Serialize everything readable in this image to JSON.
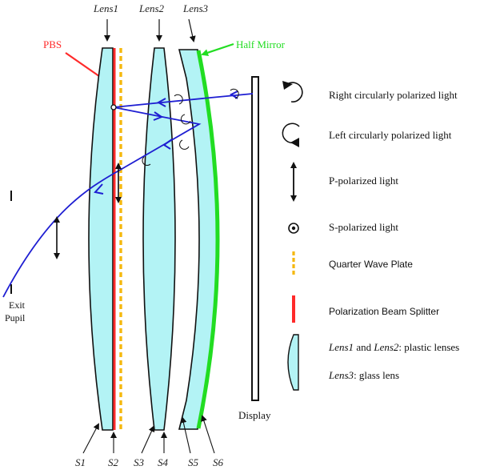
{
  "lens_labels": {
    "lens1": "Lens1",
    "lens2": "Lens2",
    "lens3": "Lens3"
  },
  "callouts": {
    "pbs": "PBS",
    "half_mirror": "Half Mirror",
    "display": "Display",
    "exit_pupil_line1": "Exit",
    "exit_pupil_line2": "Pupil"
  },
  "surfaces": [
    "S1",
    "S2",
    "S3",
    "S4",
    "S5",
    "S6"
  ],
  "legend": {
    "rcp": "Right circularly polarized light",
    "lcp": "Left circularly polarized light",
    "p": "P-polarized light",
    "s": "S-polarized light",
    "qwp": "Quarter Wave Plate",
    "pbs": "Polarization Beam Splitter",
    "plastic_a": "Lens1",
    "plastic_b": " and ",
    "plastic_c": "Lens2",
    "plastic_d": ": plastic lenses",
    "glass_a": "Lens3",
    "glass_b": ": glass lens"
  },
  "colors": {
    "lens_fill": "#b3f3f5",
    "ray": "#1e1ed2",
    "pbs": "#ff2a2a",
    "half_mirror": "#22dd22",
    "qwp": "#f5b80e"
  }
}
